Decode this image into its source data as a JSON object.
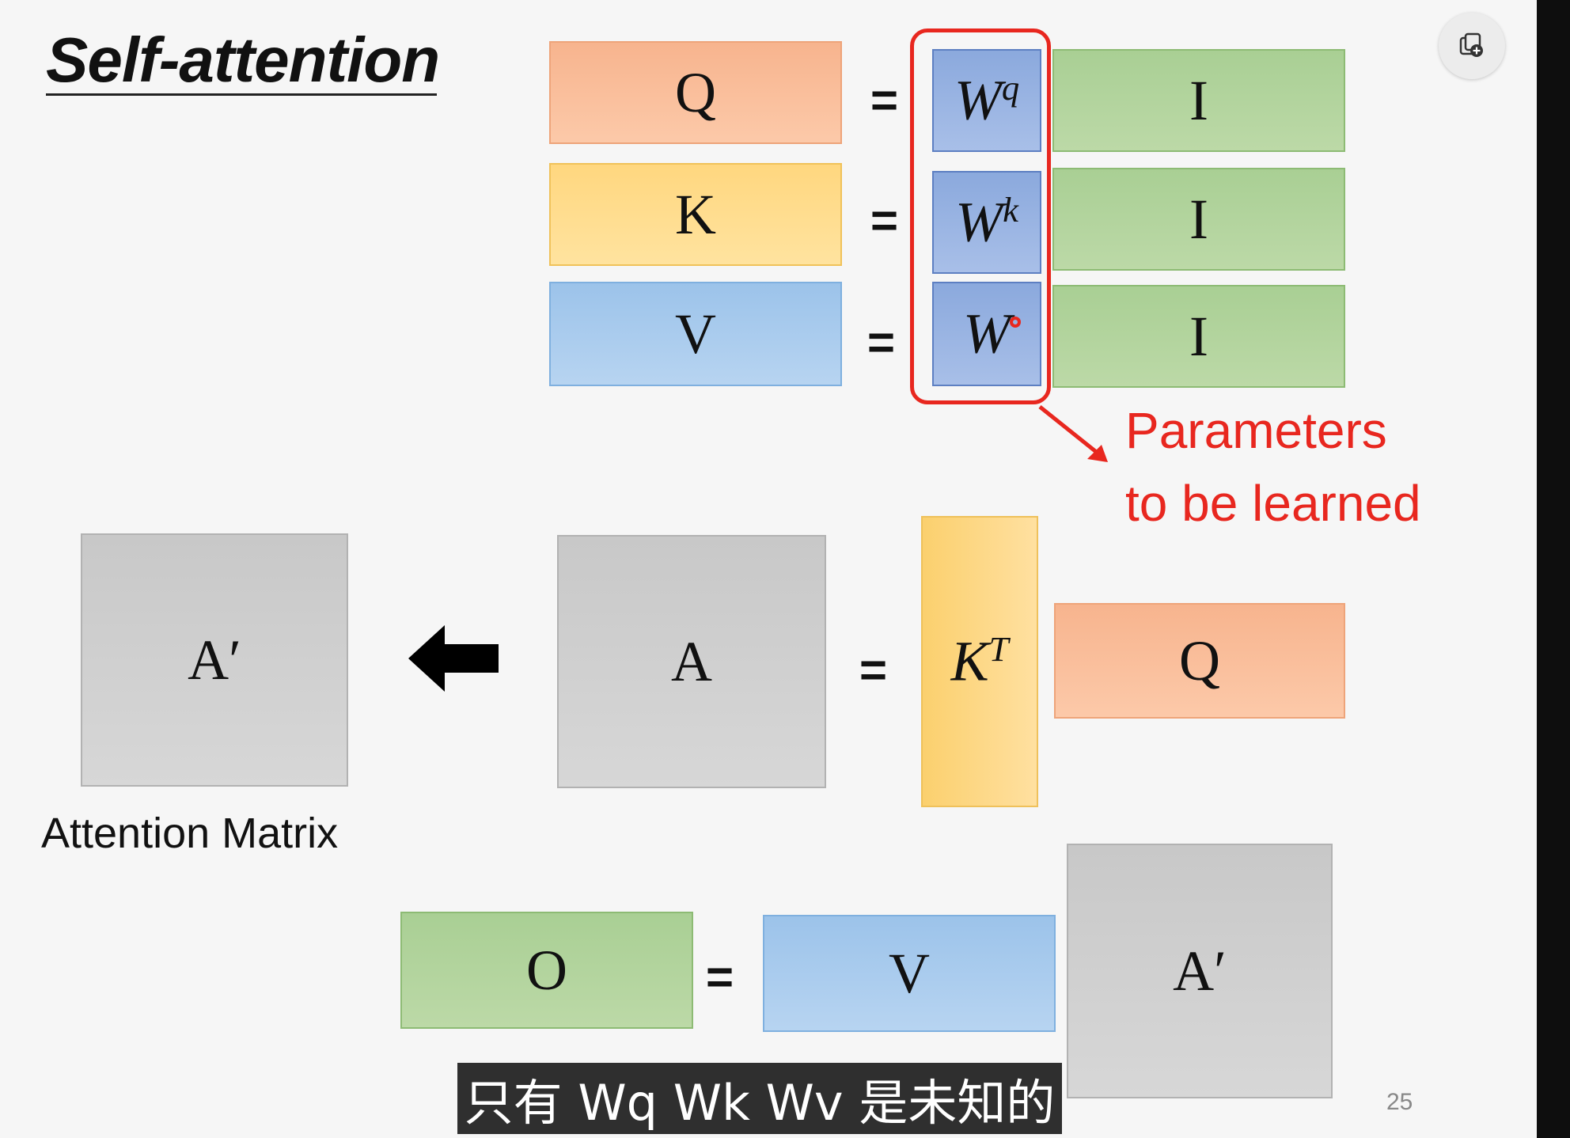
{
  "slide": {
    "title": "Self-attention",
    "equations": {
      "q_label": "Q",
      "k_label": "K",
      "v_label": "V",
      "eq_sign": "=",
      "w_base": "W",
      "wq_sup": "q",
      "wk_sup": "k",
      "wv_sup": "",
      "i_label": "I"
    },
    "annotation": {
      "line1": "Parameters",
      "line2": "to be learned"
    },
    "attention": {
      "a_prime": "A′",
      "a": "A",
      "k_base": "K",
      "k_sup": "T",
      "q": "Q",
      "caption": "Attention Matrix"
    },
    "output": {
      "o": "O",
      "v": "V",
      "a_prime": "A′"
    },
    "page_number": "25"
  },
  "subtitle": "只有 Wq Wk Wv 是未知的",
  "icons": {
    "copy_button": "copy-add-icon",
    "arrow": "left-arrow-icon",
    "red_pointer": "red-arrow-icon"
  },
  "colors": {
    "orange": "#f7b48e",
    "yellow": "#ffd77f",
    "blue": "#9cc3ea",
    "green": "#a9cf94",
    "w_blue": "#8ba9dd",
    "gray": "#c8c8c8",
    "red": "#e8271f"
  }
}
